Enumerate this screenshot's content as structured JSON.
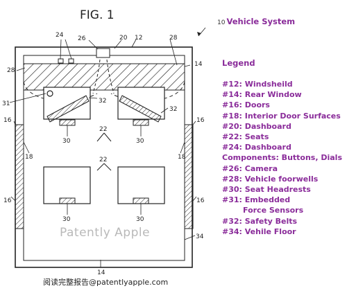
{
  "figure": {
    "title": "FIG. 1",
    "system_ref": "10",
    "system_label": "Vehicle System"
  },
  "refs": {
    "r10": "10",
    "r12": "12",
    "r14_top": "14",
    "r14_bottom": "14",
    "r16_ul": "16",
    "r16_ur": "16",
    "r16_ll": "16",
    "r16_lr": "16",
    "r18_left": "18",
    "r18_right": "18",
    "r20": "20",
    "r22_front": "22",
    "r22_rear": "22",
    "r24": "24",
    "r26": "26",
    "r28_left": "28",
    "r28_right": "28",
    "r30_a": "30",
    "r30_b": "30",
    "r30_c": "30",
    "r30_d": "30",
    "r31": "31",
    "r32_a": "32",
    "r32_b": "32",
    "r34": "34"
  },
  "legend": {
    "title": "Legend",
    "items": [
      "#12: Windsheild",
      "#14: Rear Window",
      "#16: Doors",
      "#18: Interior Door Surfaces",
      "#20: Dashboard",
      "#22: Seats",
      "#24: Dashboard",
      "Components: Buttons, Dials",
      "#26: Camera",
      "#28: Vehicle foorwells",
      "#30: Seat Headrests",
      "#31: Embedded",
      "Force Sensors",
      "#32: Safety Belts",
      "#34: Vehile Floor"
    ]
  },
  "watermark": "Patently Apple",
  "footer": "阅读完整报告@patentlyapple.com"
}
